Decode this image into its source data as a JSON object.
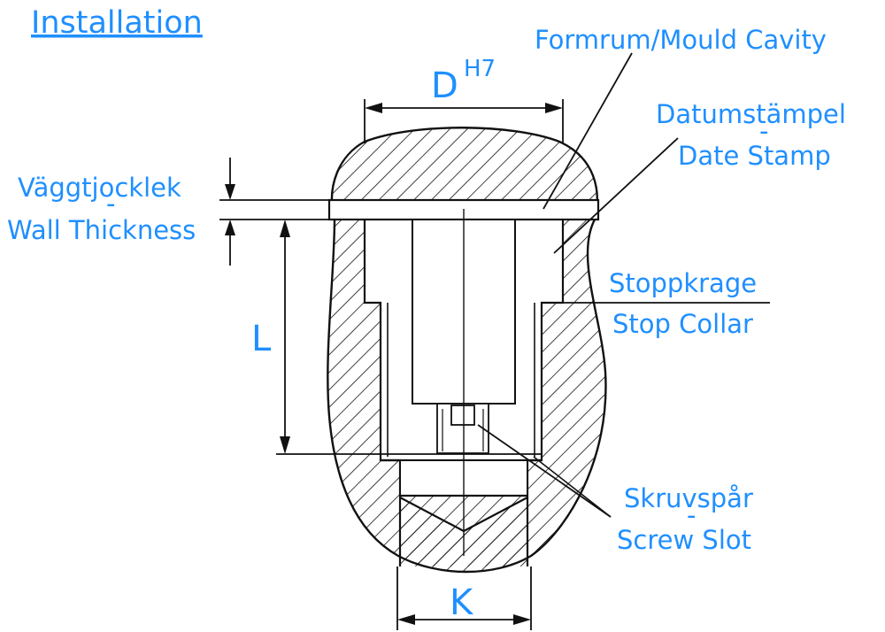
{
  "title": "Installation",
  "dimensions": {
    "d_letter": "D",
    "d_tolerance": "H7",
    "l_label": "L",
    "k_label": "K"
  },
  "callouts": {
    "mould_cavity": "Formrum/Mould Cavity",
    "date_stamp_sv": "Datumstämpel",
    "date_stamp_en": "Date Stamp",
    "wall_thickness_sv": "Väggtjocklek",
    "wall_thickness_en": "Wall Thickness",
    "stop_collar_sv": "Stoppkrage",
    "stop_collar_en": "Stop Collar",
    "screw_slot_sv": "Skruvspår",
    "screw_slot_en": "Screw Slot",
    "separator": "-"
  },
  "colors": {
    "label": "#1f8fff",
    "line": "#111111",
    "hatch": "#111111"
  }
}
